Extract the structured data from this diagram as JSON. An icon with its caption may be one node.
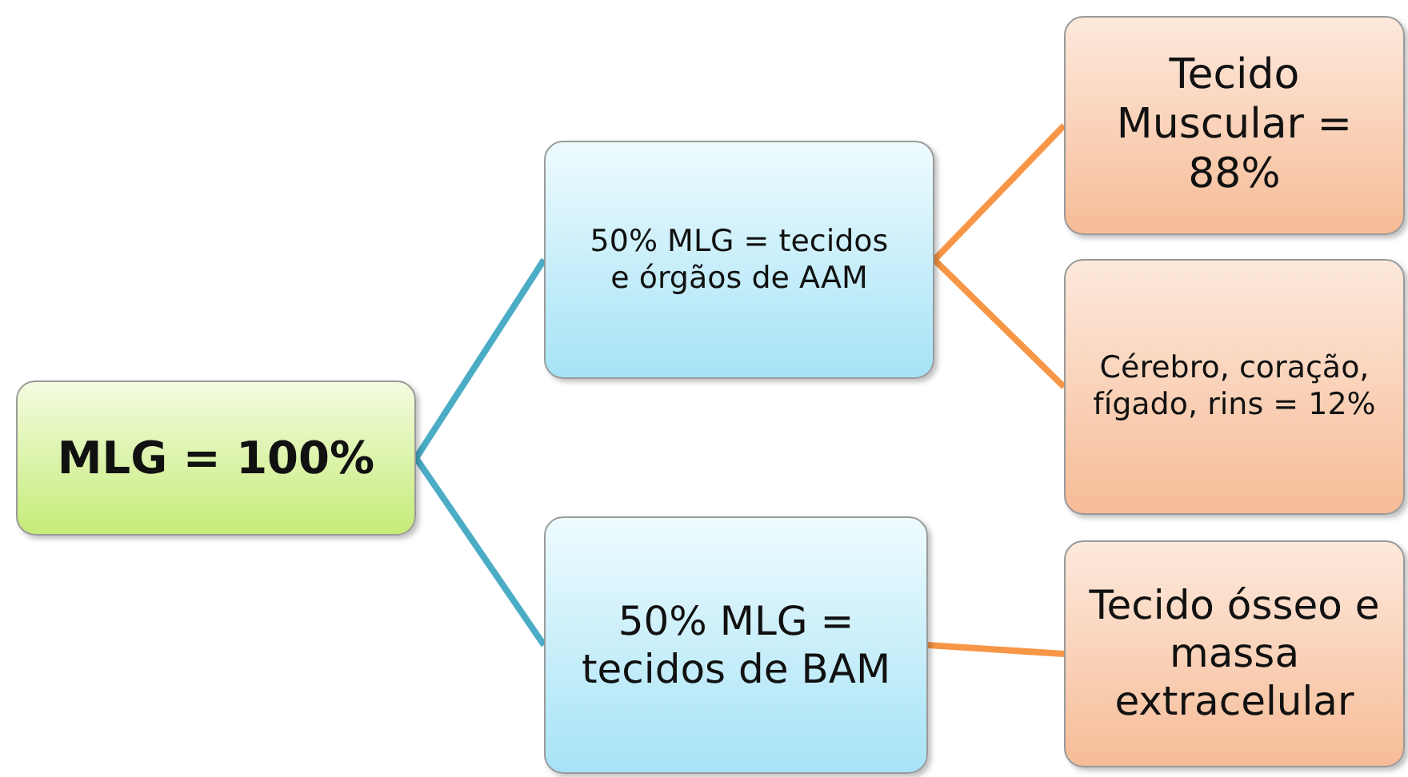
{
  "diagram": {
    "nodes": [
      {
        "text": [
          "MLG = 100%"
        ]
      },
      {
        "text": [
          "50% MLG = tecidos e órgãos de AAM"
        ]
      },
      {
        "text": [
          "50% MLG = tecidos de BAM"
        ]
      },
      {
        "text": [
          "Tecido Muscular = 88%"
        ]
      },
      {
        "text": [
          "Cérebro, coração, fígado, rins = 12%"
        ]
      },
      {
        "text": [
          "Tecido ósseo e massa extracelular"
        ]
      }
    ],
    "edges": [
      {
        "from": 0,
        "to": 1,
        "arrow": "none",
        "color": "#4bacc6"
      },
      {
        "from": 0,
        "to": 2,
        "arrow": "none",
        "color": "#4bacc6"
      },
      {
        "from": 1,
        "to": 3,
        "arrow": "none"
      },
      {
        "from": 1,
        "to": 4,
        "arrow": "none"
      },
      {
        "from": 2,
        "to": 5,
        "arrow": "none"
      }
    ]
  }
}
